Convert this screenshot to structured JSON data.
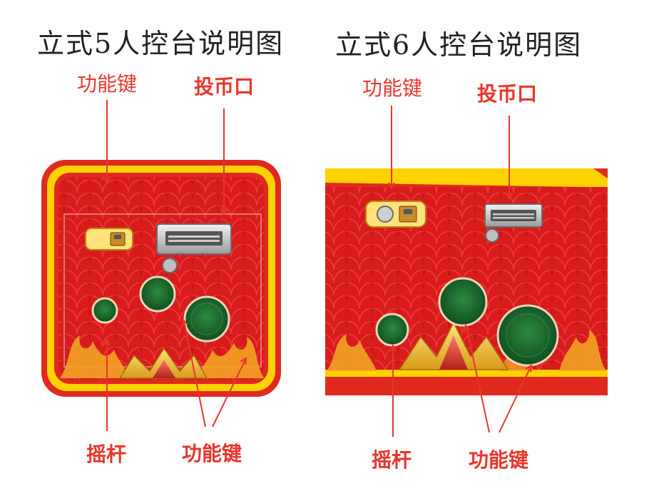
{
  "left_panel": {
    "title": "立式5人控台说明图",
    "labels": {
      "function_key_top": "功能键",
      "coin_slot": "投币口",
      "joystick": "摇杆",
      "function_key_bottom": "功能键"
    }
  },
  "right_panel": {
    "title": "立式6人控台说明图",
    "labels": {
      "function_key_top": "功能键",
      "coin_slot": "投币口",
      "joystick": "摇杆",
      "function_key_bottom": "功能键"
    }
  },
  "colors": {
    "label_red": "#e8362b",
    "panel_red": "#d81c1c",
    "frame_yellow": "#ffd200",
    "button_green": "#1f6b2e",
    "flame_gold": "#f0a020"
  }
}
